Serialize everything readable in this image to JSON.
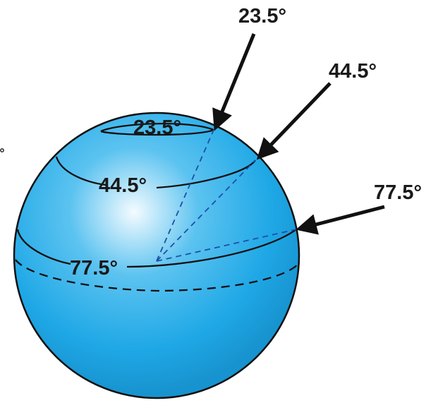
{
  "diagram": {
    "colors": {
      "sphere_highlight": "#f4fbff",
      "sphere_mid": "#5cc3f0",
      "sphere_base": "#1fa8e6",
      "sphere_edge": "#1793cf",
      "outline": "#111111",
      "dashed_ray": "#1e4fa8"
    },
    "labels": {
      "top_arrow": "23.5°",
      "mid_arrow": "44.5°",
      "right_arrow": "77.5°",
      "circle_top": "23.5°",
      "circle_mid": "44.5°",
      "circle_low": "77.5°"
    }
  }
}
